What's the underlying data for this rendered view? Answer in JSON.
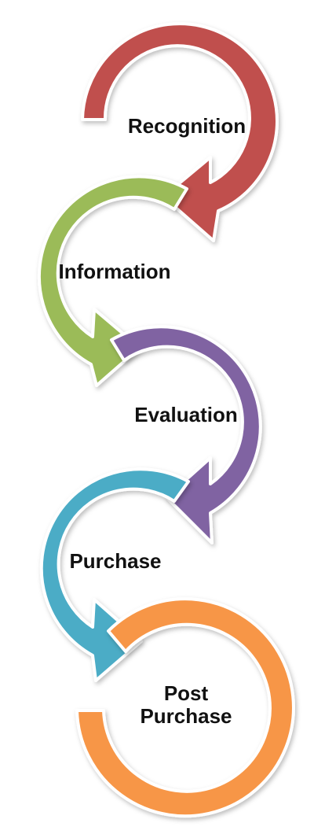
{
  "colors": {
    "background": "#ffffff",
    "outline": "#ffffff",
    "text": "#111111"
  },
  "stages": [
    {
      "label": "Recognition",
      "color": "#c0504d"
    },
    {
      "label": "Information",
      "color": "#9bbb59"
    },
    {
      "label": "Evaluation",
      "color": "#8064a2"
    },
    {
      "label": "Purchase",
      "color": "#4bacc6"
    },
    {
      "label": "Post Purchase",
      "color": "#f79646"
    }
  ],
  "final_stage_lines": [
    "Post",
    "Purchase"
  ]
}
